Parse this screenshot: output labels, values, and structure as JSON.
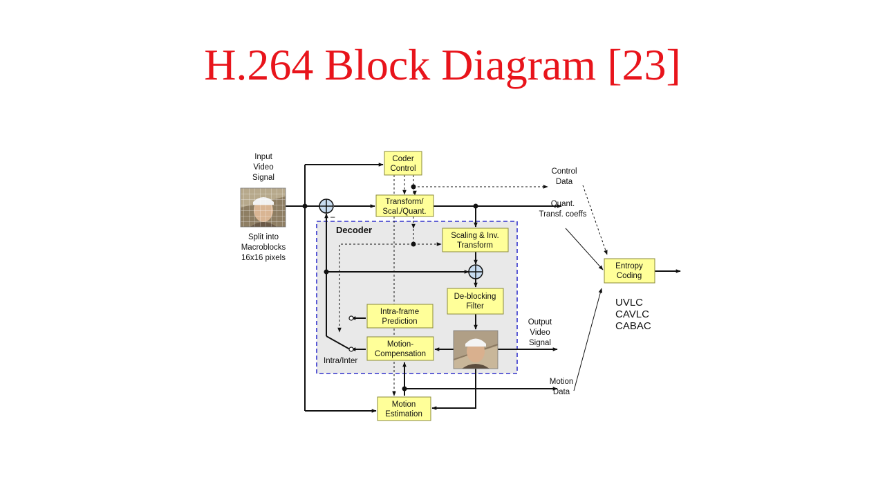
{
  "title": "H.264 Block Diagram [23]",
  "labels": {
    "input": [
      "Input",
      "Video",
      "Signal"
    ],
    "split": [
      "Split into",
      "Macroblocks",
      "16x16 pixels"
    ],
    "control_data": [
      "Control",
      "Data"
    ],
    "quant_coeffs": [
      "Quant.",
      "Transf. coeffs"
    ],
    "output": [
      "Output",
      "Video",
      "Signal"
    ],
    "motion_data": [
      "Motion",
      "Data"
    ],
    "decoder": "Decoder",
    "intra_inter": "Intra/Inter",
    "minus": "–",
    "entropy_methods": [
      "UVLC",
      "CAVLC",
      "CABAC"
    ]
  },
  "blocks": {
    "coder_control": [
      "Coder",
      "Control"
    ],
    "transform": [
      "Transform/",
      "Scal./Quant."
    ],
    "scaling": [
      "Scaling & Inv.",
      "Transform"
    ],
    "deblocking": [
      "De-blocking",
      "Filter"
    ],
    "intra_pred": [
      "Intra-frame",
      "Prediction"
    ],
    "motion_comp": [
      "Motion-",
      "Compensation"
    ],
    "motion_est": [
      "Motion",
      "Estimation"
    ],
    "entropy": [
      "Entropy",
      "Coding"
    ]
  },
  "colors": {
    "title": "#e8141b",
    "block_fill": "#ffff99",
    "decoder_border": "#3333cc",
    "decoder_fill": "#e9e9e9"
  }
}
